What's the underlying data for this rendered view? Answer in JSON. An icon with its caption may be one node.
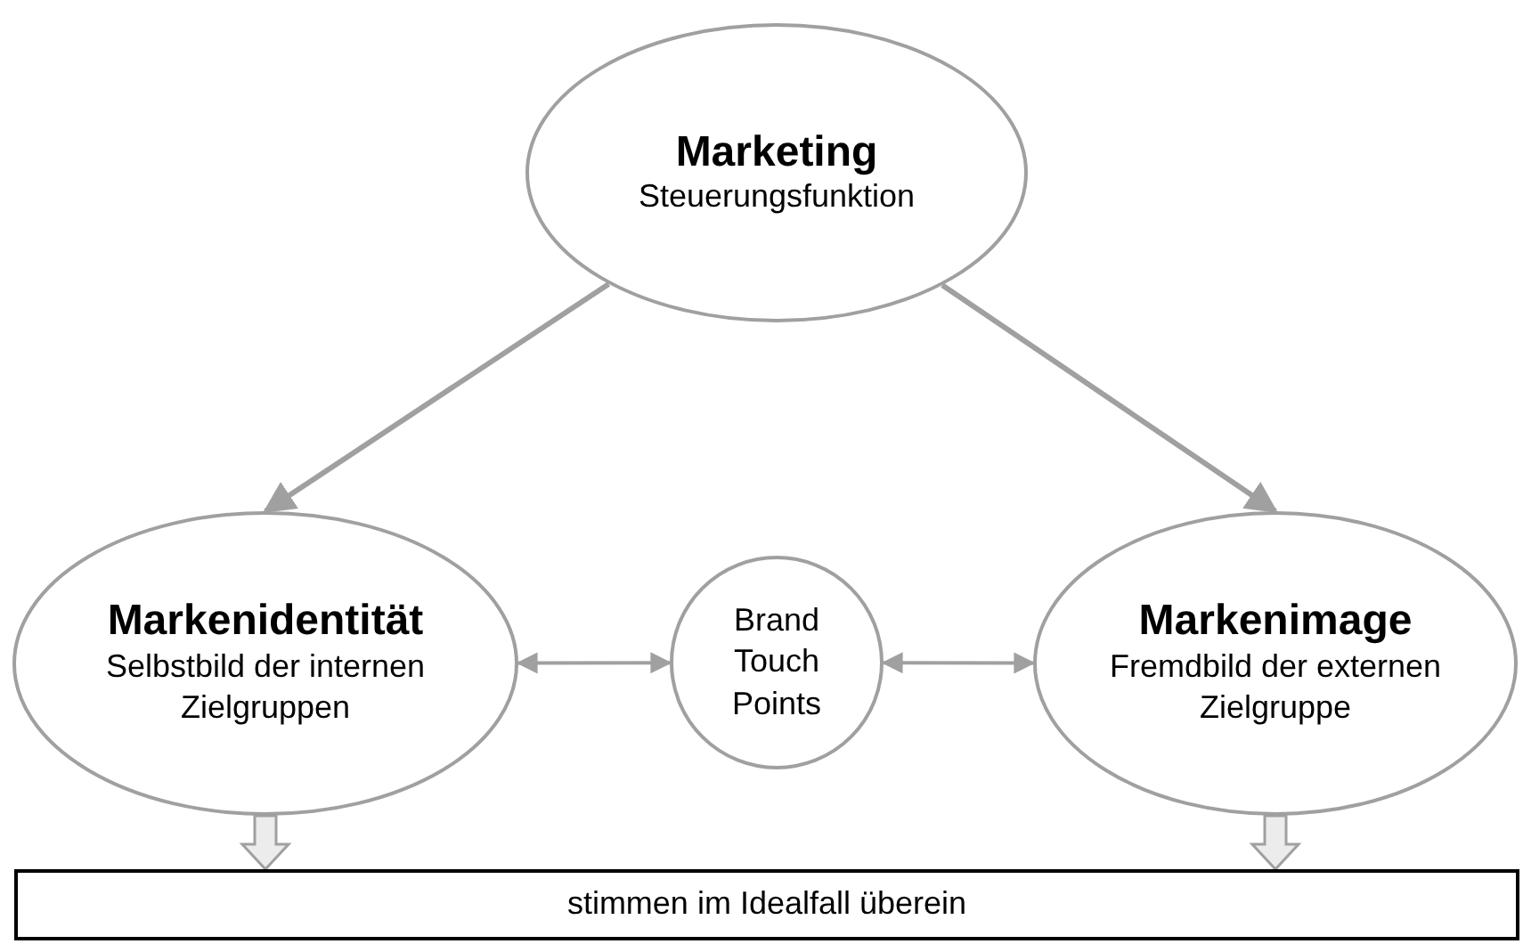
{
  "diagram": {
    "nodes": [
      {
        "text": [
          "Marketing",
          "Steuerungsfunktion"
        ]
      },
      {
        "text": [
          "Markenidentität",
          "Selbstbild der internen Zielgruppen"
        ]
      },
      {
        "text": [
          "Brand Touch Points"
        ]
      },
      {
        "text": [
          "Markenimage",
          "Fremdbild der externen Zielgruppe"
        ]
      },
      {
        "text": [
          "stimmen im Idealfall überein"
        ]
      }
    ],
    "edges": [
      {
        "from": 0,
        "to": 1,
        "arrow": "to"
      },
      {
        "from": 0,
        "to": 3,
        "arrow": "to"
      },
      {
        "from": 1,
        "to": 2,
        "arrow": "both"
      },
      {
        "from": 2,
        "to": 3,
        "arrow": "both"
      },
      {
        "from": 1,
        "to": 4,
        "arrow": "to",
        "style": "thick"
      },
      {
        "from": 3,
        "to": 4,
        "arrow": "to",
        "style": "thick"
      }
    ]
  }
}
